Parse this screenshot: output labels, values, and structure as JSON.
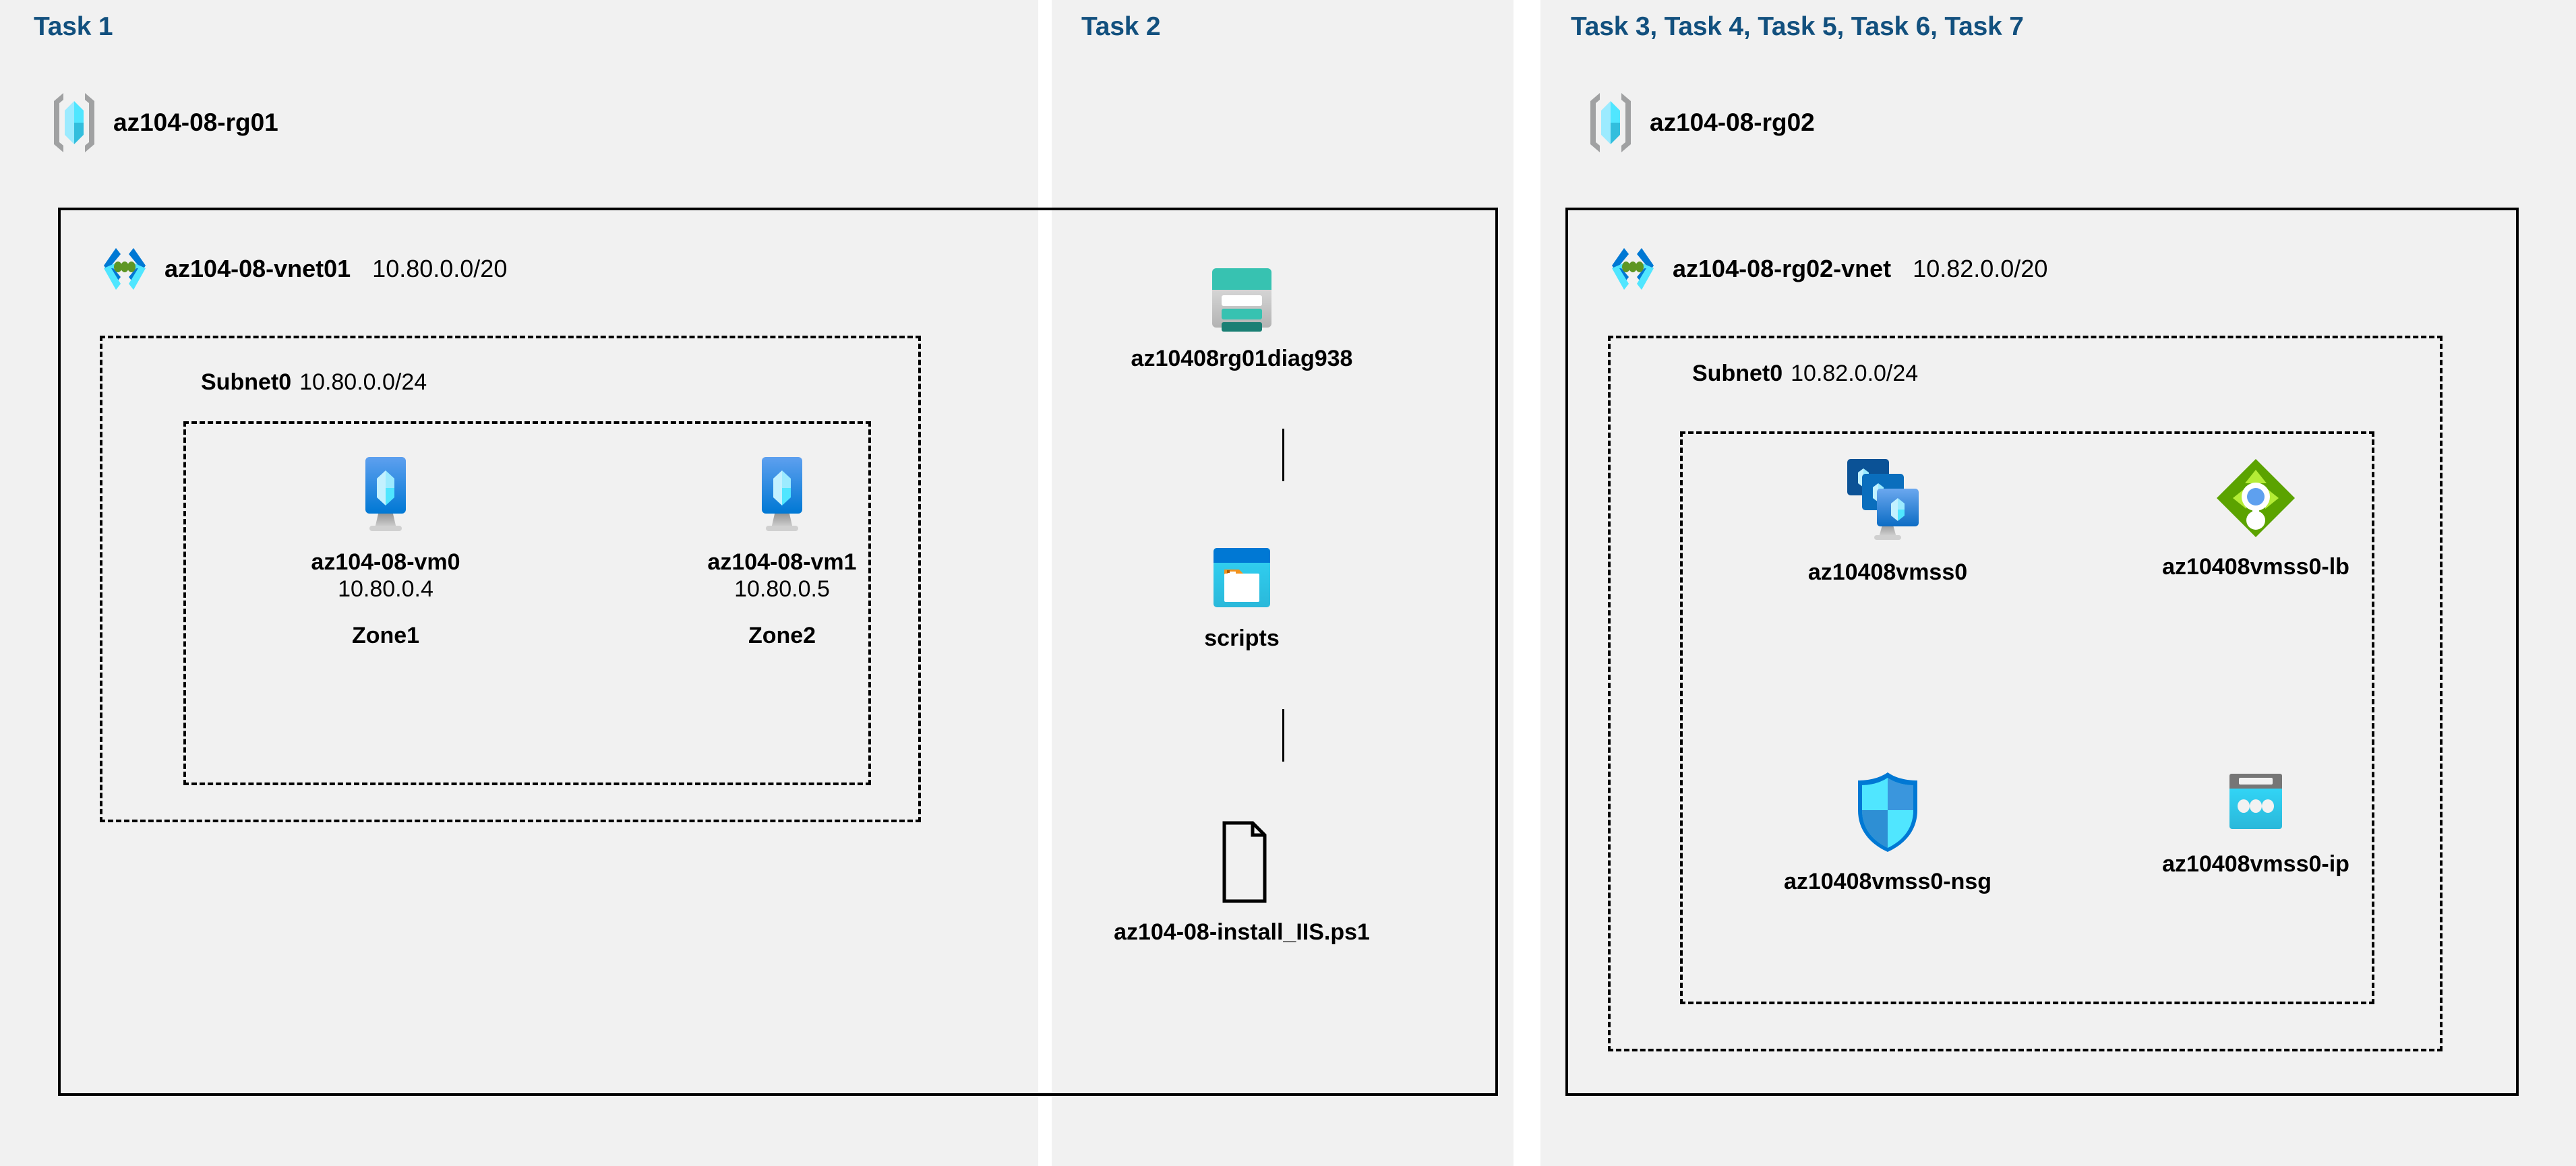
{
  "panels": [
    {
      "id": "task1",
      "heading": "Task 1"
    },
    {
      "id": "task2",
      "heading": "Task 2"
    },
    {
      "id": "task3",
      "heading": "Task 3, Task 4, Task 5, Task 6, Task 7"
    }
  ],
  "headings": {
    "task1": "Task 1",
    "task2": "Task 2",
    "task3": "Task 3, Task 4, Task 5, Task 6, Task 7"
  },
  "resource_groups": [
    {
      "name": "az104-08-rg01",
      "icon": "resource-group-icon"
    },
    {
      "name": "az104-08-rg02",
      "icon": "resource-group-icon"
    }
  ],
  "vnets": [
    {
      "name": "az104-08-vnet01",
      "cidr": "10.80.0.0/20",
      "icon": "virtual-network-icon"
    },
    {
      "name": "az104-08-rg02-vnet",
      "cidr": "10.82.0.0/20",
      "icon": "virtual-network-icon"
    }
  ],
  "subnets": [
    {
      "name": "Subnet0",
      "cidr": "10.80.0.0/24"
    },
    {
      "name": "Subnet0",
      "cidr": "10.82.0.0/24"
    }
  ],
  "virtual_machines": [
    {
      "name": "az104-08-vm0",
      "ip": "10.80.0.4",
      "zone": "Zone1",
      "icon": "virtual-machine-icon"
    },
    {
      "name": "az104-08-vm1",
      "ip": "10.80.0.5",
      "zone": "Zone2",
      "icon": "virtual-machine-icon"
    }
  ],
  "task2_chain": [
    {
      "name": "az10408rg01diag938",
      "icon": "storage-account-icon"
    },
    {
      "name": "scripts",
      "icon": "blob-container-icon"
    },
    {
      "name": "az104-08-install_IIS.ps1",
      "icon": "file-document-icon"
    }
  ],
  "task3_resources": [
    {
      "name": "az10408vmss0",
      "icon": "vm-scale-set-icon"
    },
    {
      "name": "az10408vmss0-lb",
      "icon": "load-balancer-icon"
    },
    {
      "name": "az10408vmss0-nsg",
      "icon": "network-security-group-icon"
    },
    {
      "name": "az10408vmss0-ip",
      "icon": "public-ip-address-icon"
    }
  ],
  "colors": {
    "panel_background": "#f1f1f1",
    "page_background": "#ffffff",
    "heading_blue": "#12507e",
    "border_black": "#000000",
    "azure_blue": "#0078d4",
    "azure_cyan": "#50e6ff",
    "storage_teal": "#37c2b1",
    "load_balancer_green": "#57a300",
    "shield_blue": "#32bedd"
  }
}
